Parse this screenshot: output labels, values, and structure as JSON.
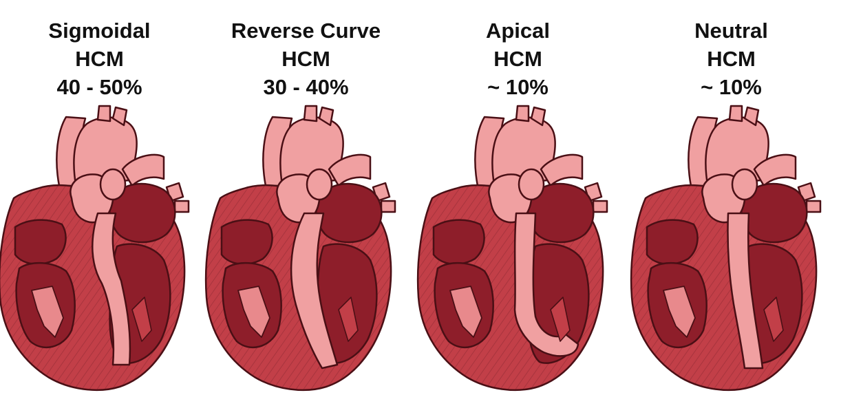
{
  "colors": {
    "muscle": "#c23f48",
    "muscle_dark": "#8e1e2a",
    "outline": "#4a0f15",
    "vessel": "#f0a0a1",
    "chamber": "#e8898c",
    "background": "#ffffff"
  },
  "types": [
    {
      "line1": "Sigmoidal",
      "line2": "HCM",
      "prevalence": "40 - 50%",
      "septum": "sigmoidal"
    },
    {
      "line1": "Reverse Curve",
      "line2": "HCM",
      "prevalence": "30 - 40%",
      "septum": "reverse-curve"
    },
    {
      "line1": "Apical",
      "line2": "HCM",
      "prevalence": "~ 10%",
      "septum": "apical"
    },
    {
      "line1": "Neutral",
      "line2": "HCM",
      "prevalence": "~ 10%",
      "septum": "neutral"
    }
  ]
}
